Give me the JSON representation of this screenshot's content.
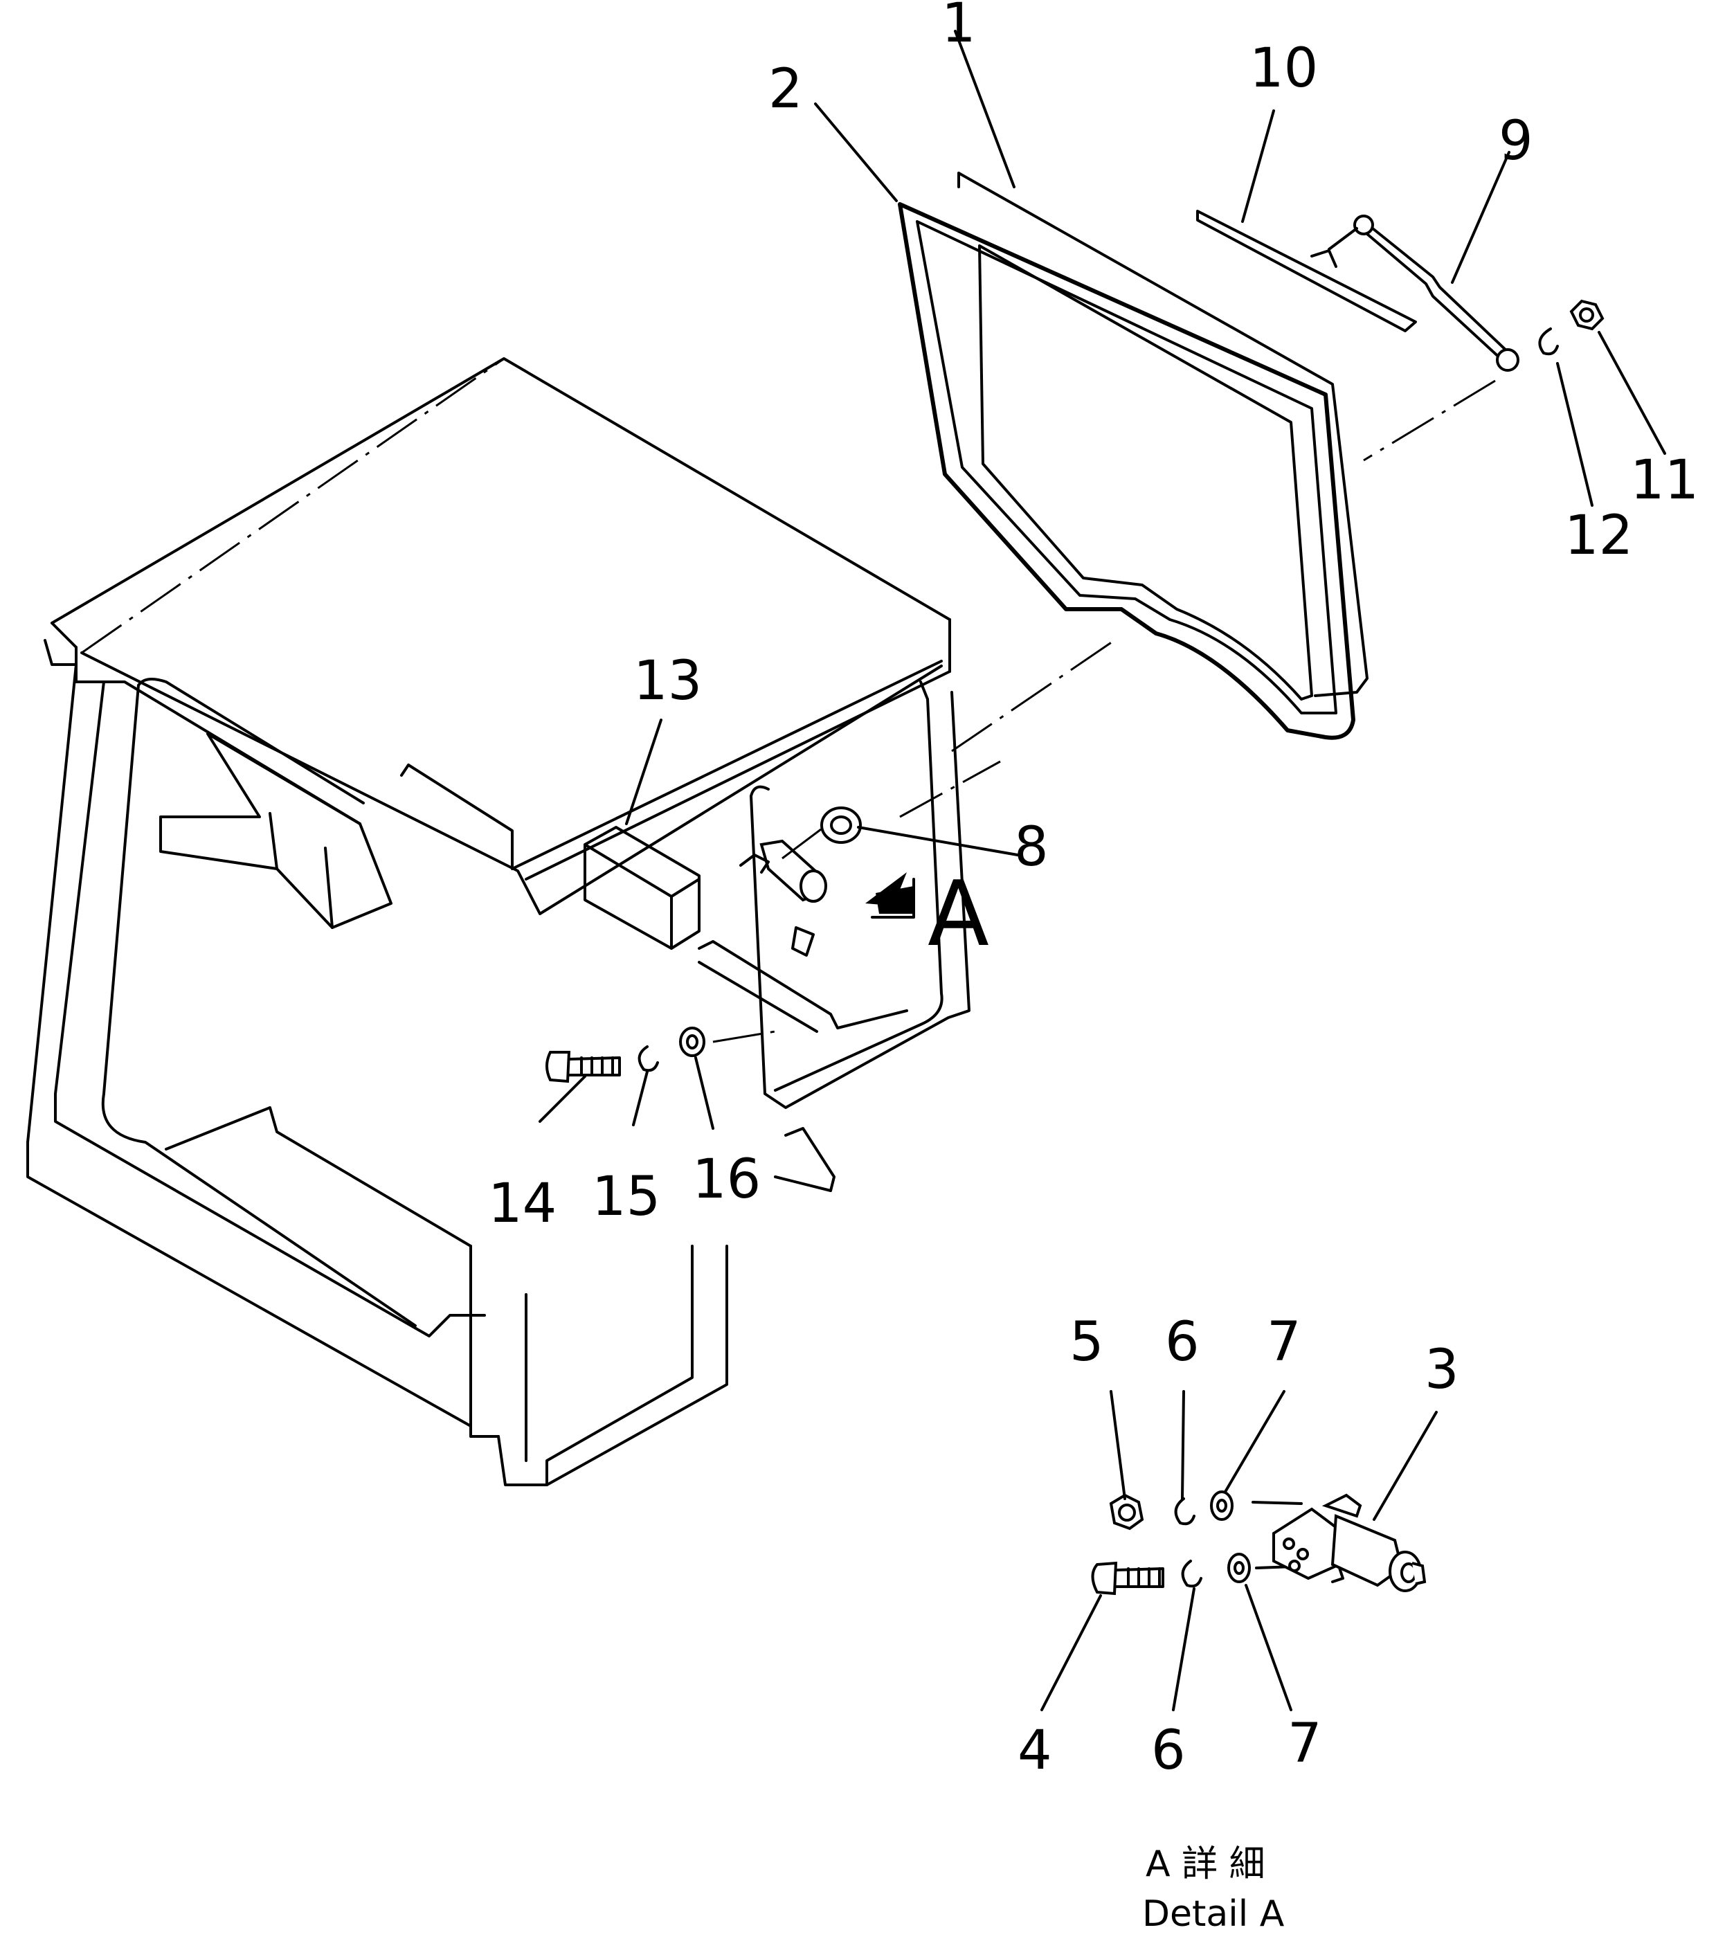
{
  "callouts": [
    {
      "id": "1",
      "label": "1"
    },
    {
      "id": "2",
      "label": "2"
    },
    {
      "id": "3",
      "label": "3"
    },
    {
      "id": "4",
      "label": "4"
    },
    {
      "id": "5",
      "label": "5"
    },
    {
      "id": "6a",
      "label": "6"
    },
    {
      "id": "6b",
      "label": "6"
    },
    {
      "id": "7a",
      "label": "7"
    },
    {
      "id": "7b",
      "label": "7"
    },
    {
      "id": "8",
      "label": "8"
    },
    {
      "id": "9",
      "label": "9"
    },
    {
      "id": "10",
      "label": "10"
    },
    {
      "id": "11",
      "label": "11"
    },
    {
      "id": "12",
      "label": "12"
    },
    {
      "id": "13",
      "label": "13"
    },
    {
      "id": "14",
      "label": "14"
    },
    {
      "id": "15",
      "label": "15"
    },
    {
      "id": "16",
      "label": "16"
    }
  ],
  "view_arrow_label": "A",
  "caption": {
    "line1": "A 詳 細",
    "line2": "Detail A"
  }
}
